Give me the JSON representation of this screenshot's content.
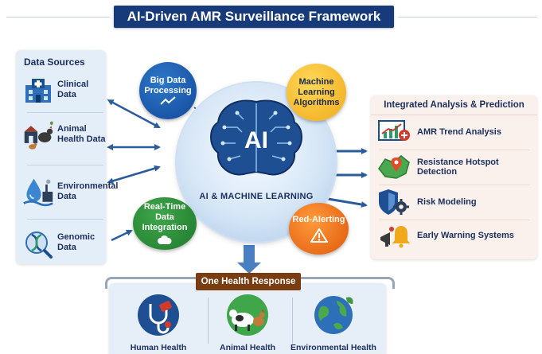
{
  "title": "AI-Driven AMR Surveillance Framework",
  "sources": {
    "header": "Data Sources",
    "items": [
      {
        "label": "Clinical Data",
        "icon": "hospital-icon"
      },
      {
        "label": "Animal Health Data",
        "icon": "farm-animals-icon"
      },
      {
        "label": "Environmental Data",
        "icon": "water-drop-factory-icon"
      },
      {
        "label": "Genomic Data",
        "icon": "dna-icon"
      }
    ]
  },
  "hub": {
    "core_text": "AI",
    "label": "AI & MACHINE LEARNING",
    "icon": "brain-circuit-icon"
  },
  "bubbles": {
    "big_data": "Big Data Processing",
    "ml": "Machine Learning Algorithms",
    "realtime": "Real-Time Data Integration",
    "alerting": "Red-Alerting"
  },
  "analysis": {
    "header": "Integrated Analysis & Prediction",
    "items": [
      {
        "label": "AMR Trend Analysis",
        "icon": "trend-chart-icon"
      },
      {
        "label": "Resistance Hotspot Detection",
        "icon": "map-pin-icon"
      },
      {
        "label": "Risk Modeling",
        "icon": "shield-gear-icon"
      },
      {
        "label": "Early Warning Systems",
        "icon": "alarm-bell-icon"
      }
    ]
  },
  "response": {
    "header": "One Health Response",
    "items": [
      {
        "label": "Human Health",
        "icon": "stethoscope-icon"
      },
      {
        "label": "Animal Health",
        "icon": "cow-chicken-icon"
      },
      {
        "label": "Environmental Health",
        "icon": "globe-plant-icon"
      }
    ]
  },
  "colors": {
    "navy": "#173a7a",
    "blue": "#13489a",
    "yellow": "#f0a91a",
    "green": "#1f7a2c",
    "orange": "#e0580c",
    "brown": "#7a3d11",
    "arrow": "#2a5c9a"
  }
}
